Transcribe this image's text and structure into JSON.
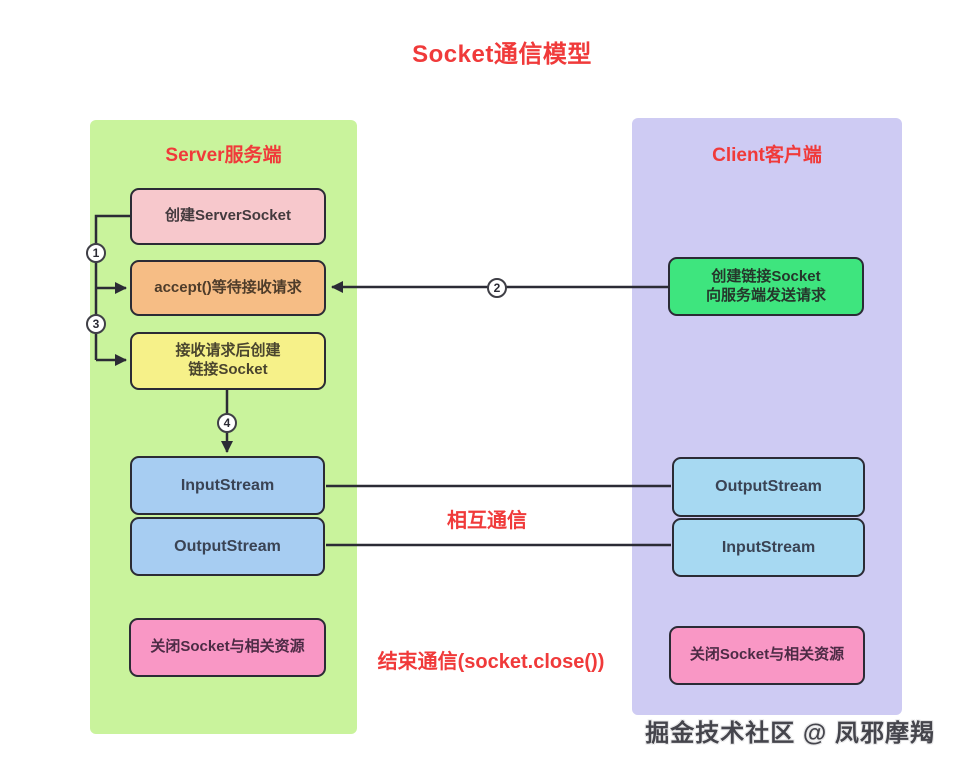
{
  "title": "Socket通信模型",
  "server_panel": {
    "header": "Server服务端",
    "create_box": "创建ServerSocket",
    "accept_box": "accept()等待接收请求",
    "create_link_box_line1": "接收请求后创建",
    "create_link_box_line2": "链接Socket",
    "input_stream_box": "InputStream",
    "output_stream_box": "OutputStream",
    "close_box": "关闭Socket与相关资源"
  },
  "client_panel": {
    "header": "Client客户端",
    "create_box_line1": "创建链接Socket",
    "create_box_line2": "向服务端发送请求",
    "output_stream_box": "OutputStream",
    "input_stream_box": "InputStream",
    "close_box": "关闭Socket与相关资源"
  },
  "step_markers": {
    "step1": "1",
    "step2": "2",
    "step3": "3",
    "step4": "4"
  },
  "annotations": {
    "mutual_communication": "相互通信",
    "end_communication": "结束通信(socket.close())"
  },
  "watermark": "掘金技术社区 @ 凤邪摩羯",
  "colors": {
    "title_red": "#f03a3a",
    "server_panel_bg": "#c9f39c",
    "client_panel_bg": "#cecbf3",
    "light_pink_box": "#f7c8cc",
    "orange_box": "#f6bd85",
    "yellow_box": "#f6f189",
    "server_stream_box": "#a7cdf2",
    "client_stream_box": "#a7d9f2",
    "client_create_box": "#3ee57e",
    "close_box_pink": "#f997c5",
    "box_border": "#2b2b35"
  }
}
